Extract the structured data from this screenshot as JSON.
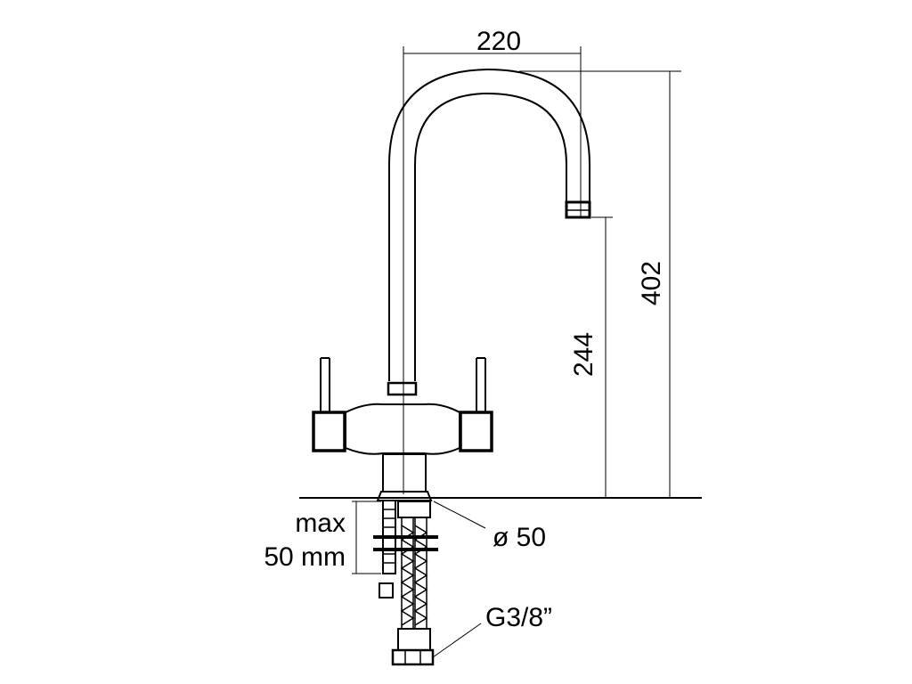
{
  "dimensions": {
    "spout_reach": "220",
    "total_height": "402",
    "spout_height": "244",
    "base_diameter": "ø 50",
    "max_label": "max",
    "max_value": "50 mm",
    "thread": "G3/8”"
  },
  "colors": {
    "line": "#000000",
    "background": "#ffffff"
  }
}
